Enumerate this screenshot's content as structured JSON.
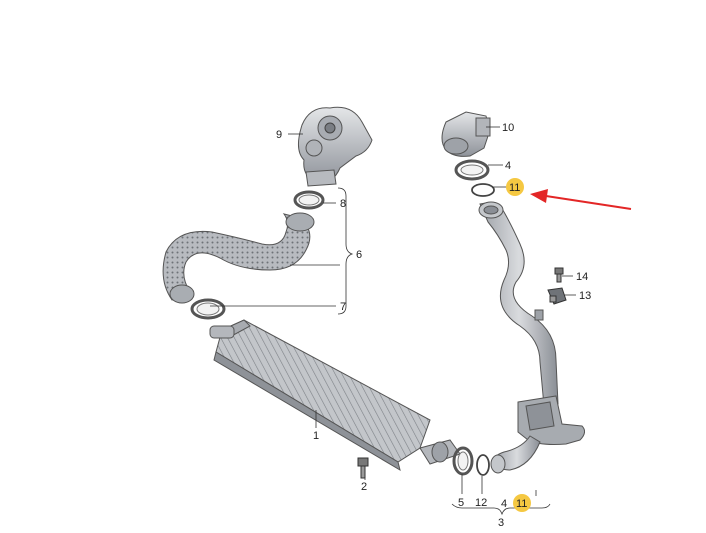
{
  "callouts": {
    "c1": "1",
    "c2": "2",
    "c3": "3",
    "c4a": "4",
    "c4b": "4",
    "c5": "5",
    "c6": "6",
    "c7": "7",
    "c8": "8",
    "c9": "9",
    "c10": "10",
    "c11a": "11",
    "c11b": "11",
    "c12": "12",
    "c13": "13",
    "c14": "14"
  },
  "colors": {
    "highlight": "#f5c842",
    "arrow": "#e32626",
    "part_fill": "#c9ccd0",
    "part_dark": "#8e9298"
  }
}
